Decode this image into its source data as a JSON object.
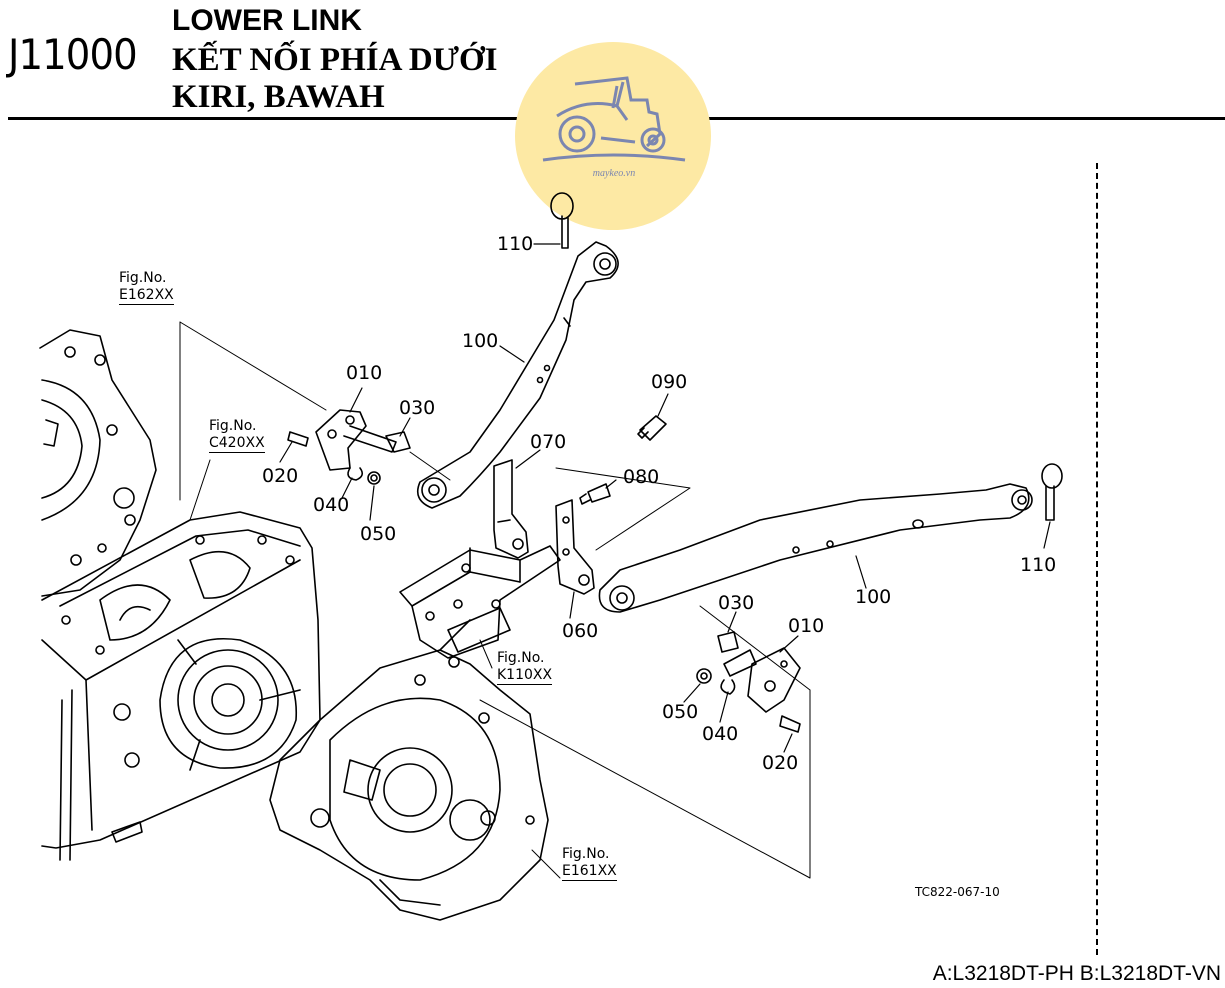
{
  "header": {
    "code": "J11000",
    "title_en": "LOWER LINK",
    "title_vi": "KẾT NỐI PHÍA DƯỚI",
    "title_id": "KIRI, BAWAH"
  },
  "logo": {
    "text": "maykeo.vn"
  },
  "callouts": {
    "c110_top": "110",
    "c100_top": "100",
    "c010_left": "010",
    "c030_left": "030",
    "c020_left": "020",
    "c040_left": "040",
    "c050_left": "050",
    "c090": "090",
    "c070": "070",
    "c080": "080",
    "c060": "060",
    "c110_right": "110",
    "c100_right": "100",
    "c030_right": "030",
    "c010_right": "010",
    "c050_right": "050",
    "c040_right": "040",
    "c020_right": "020"
  },
  "fig_refs": {
    "e162": {
      "label": "Fig.No.",
      "code": "E162XX"
    },
    "c420": {
      "label": "Fig.No.",
      "code": "C420XX"
    },
    "k110": {
      "label": "Fig.No.",
      "code": "K110XX"
    },
    "e161": {
      "label": "Fig.No.",
      "code": "E161XX"
    }
  },
  "drawing_code": "TC822-067-10",
  "models": "A:L3218DT-PH B:L3218DT-VN"
}
